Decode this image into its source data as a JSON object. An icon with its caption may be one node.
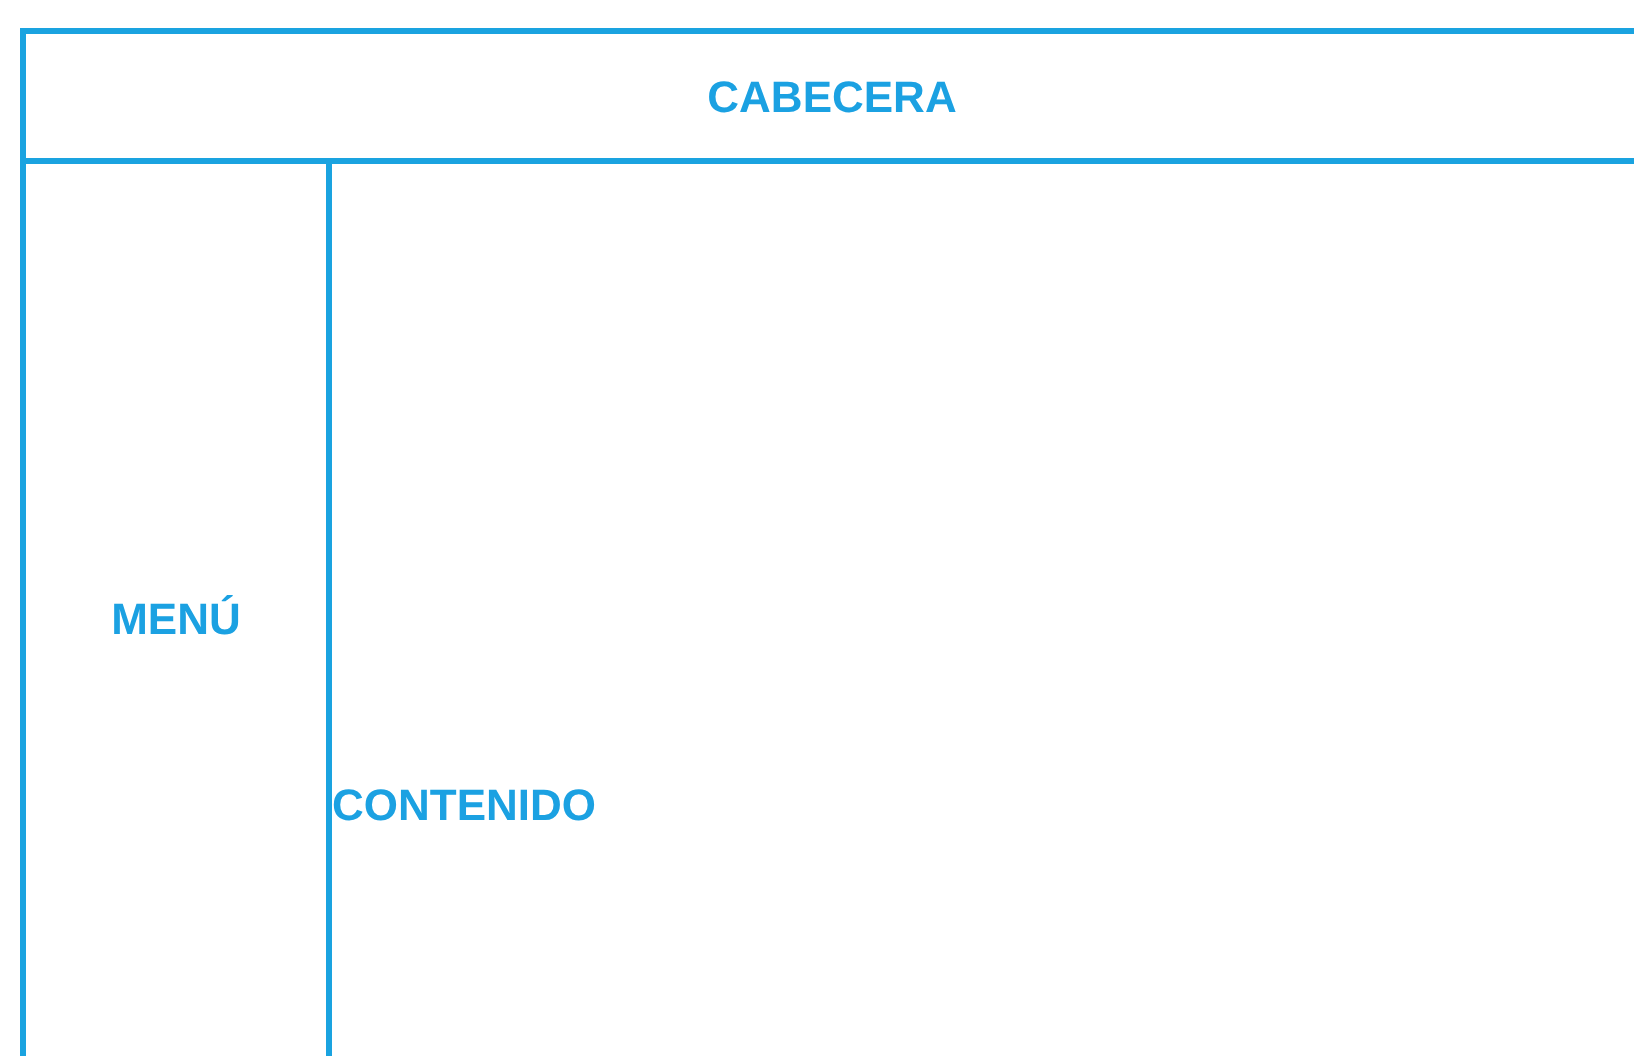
{
  "diagram": {
    "nodes": [
      {
        "text": [
          "CABECERA"
        ]
      },
      {
        "text": [
          "MENÚ"
        ]
      },
      {
        "text": [
          "CONTENIDO"
        ]
      }
    ]
  }
}
